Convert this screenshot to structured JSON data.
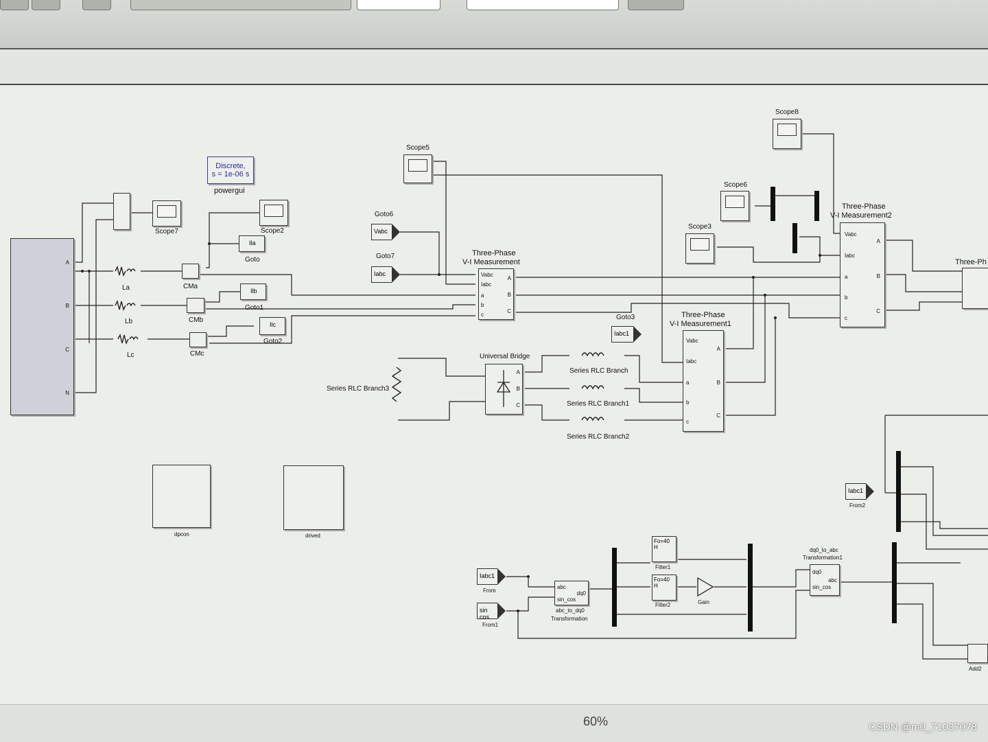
{
  "zoom": "60%",
  "watermark": "CSDN @m0_71037078",
  "powergui": {
    "line1": "Discrete,",
    "line2": "s = 1e-06 s",
    "label": "powergui"
  },
  "scopes": {
    "scope7": "Scope7",
    "scope2": "Scope2",
    "scope5": "Scope5",
    "scope8": "Scope8",
    "scope6": "Scope6",
    "scope3": "Scope3"
  },
  "gotos": {
    "goto": {
      "text": "Ila",
      "label": "Goto"
    },
    "goto1": {
      "text": "Ilb",
      "label": "Goto1"
    },
    "goto2": {
      "text": "Ilc",
      "label": "Goto2"
    },
    "goto6": {
      "text": "Vabc",
      "label": "Goto6"
    },
    "goto7": {
      "text": "Iabc",
      "label": "Goto7"
    },
    "goto3": {
      "text": "Iabc1",
      "label": "Goto3"
    }
  },
  "froms": {
    "from": {
      "text": "Iabc1",
      "label": "From"
    },
    "from1": {
      "text": "sin cos",
      "label": "From1"
    },
    "from2": {
      "text": "Iabc1",
      "label": "From2"
    }
  },
  "source_ports": [
    "A",
    "B",
    "C",
    "N"
  ],
  "inductors": [
    "La",
    "Lb",
    "Lc"
  ],
  "current_meas": [
    "CMa",
    "CMb",
    "CMc"
  ],
  "vi_meas": {
    "title1": "Three-Phase",
    "title2": "V-I Measurement",
    "title2_1": "V-I Measurement1",
    "title2_2": "V-I Measurement2",
    "title_cut": "Three-Ph",
    "in_v": "Vabc",
    "in_i": "Iabc",
    "ports": [
      "a",
      "b",
      "c"
    ],
    "out": [
      "A",
      "B",
      "C"
    ]
  },
  "bridge": {
    "label": "Universal Bridge",
    "ports": [
      "A",
      "B",
      "C"
    ]
  },
  "rlc": {
    "b0": "Series RLC Branch",
    "b1": "Series RLC Branch1",
    "b2": "Series RLC Branch2",
    "b3": "Series RLC Branch3"
  },
  "subsystems": {
    "s1": "dpcon",
    "s2": "drived"
  },
  "control": {
    "abc_to_dq0": {
      "in1": "abc",
      "in2": "sin_cos",
      "out": "dq0",
      "label1": "abc_to_dq0",
      "label2": "Transformation"
    },
    "filter1": {
      "text": "Fo=40 H",
      "label": "Filter1"
    },
    "filter2": {
      "text": "Fo=40 H",
      "label": "Filter2"
    },
    "gain": "Gain",
    "dq0_to_abc": {
      "label1": "dq0_to_abc",
      "label2": "Transformation1",
      "in1": "dq0",
      "in2": "sin_cos",
      "out": "abc"
    },
    "add2": "Add2"
  }
}
